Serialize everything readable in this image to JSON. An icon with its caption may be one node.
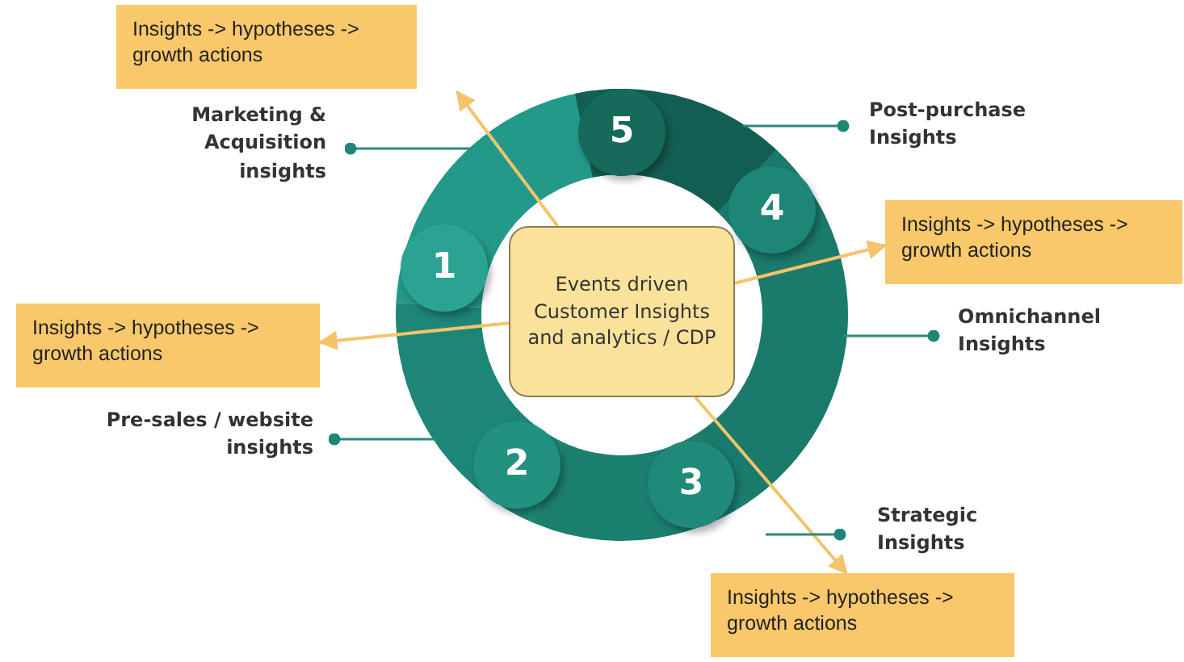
{
  "diagram": {
    "nodes": [
      {
        "text": [
          "Insights -> hypotheses -> growth actions"
        ]
      },
      {
        "text": [
          "Marketing & Acquisition insights"
        ]
      },
      {
        "text": [
          "5"
        ]
      },
      {
        "text": [
          "Post-purchase Insights"
        ]
      },
      {
        "text": [
          "1"
        ]
      },
      {
        "text": [
          "4"
        ]
      },
      {
        "text": [
          "Insights -> hypotheses -> growth actions"
        ]
      },
      {
        "text": [
          "Events driven Customer Insights and analytics / CDP"
        ]
      },
      {
        "text": [
          "Insights -> hypotheses -> growth actions"
        ]
      },
      {
        "text": [
          "Omnichannel Insights"
        ]
      },
      {
        "text": [
          "Pre-sales / website insights"
        ]
      },
      {
        "text": [
          "2"
        ]
      },
      {
        "text": [
          "3"
        ]
      },
      {
        "text": [
          "Strategic Insights"
        ]
      },
      {
        "text": [
          "Insights -> hypotheses -> growth actions"
        ]
      }
    ],
    "edges": [
      {
        "from": 7,
        "to": 0,
        "arrow": "to",
        "color": "#f5c36a"
      },
      {
        "from": 7,
        "to": 6,
        "arrow": "to",
        "color": "#f5c36a"
      },
      {
        "from": 7,
        "to": 8,
        "arrow": "to",
        "color": "#f5c36a"
      },
      {
        "from": 7,
        "to": 14,
        "arrow": "to",
        "color": "#f5c36a"
      },
      {
        "from": 1,
        "to": null,
        "arrow": "other"
      },
      {
        "from": 3,
        "to": null,
        "arrow": "other"
      },
      {
        "from": 9,
        "to": null,
        "arrow": "other"
      },
      {
        "from": 10,
        "to": null,
        "arrow": "other"
      },
      {
        "from": 13,
        "to": null,
        "arrow": "other"
      }
    ]
  }
}
